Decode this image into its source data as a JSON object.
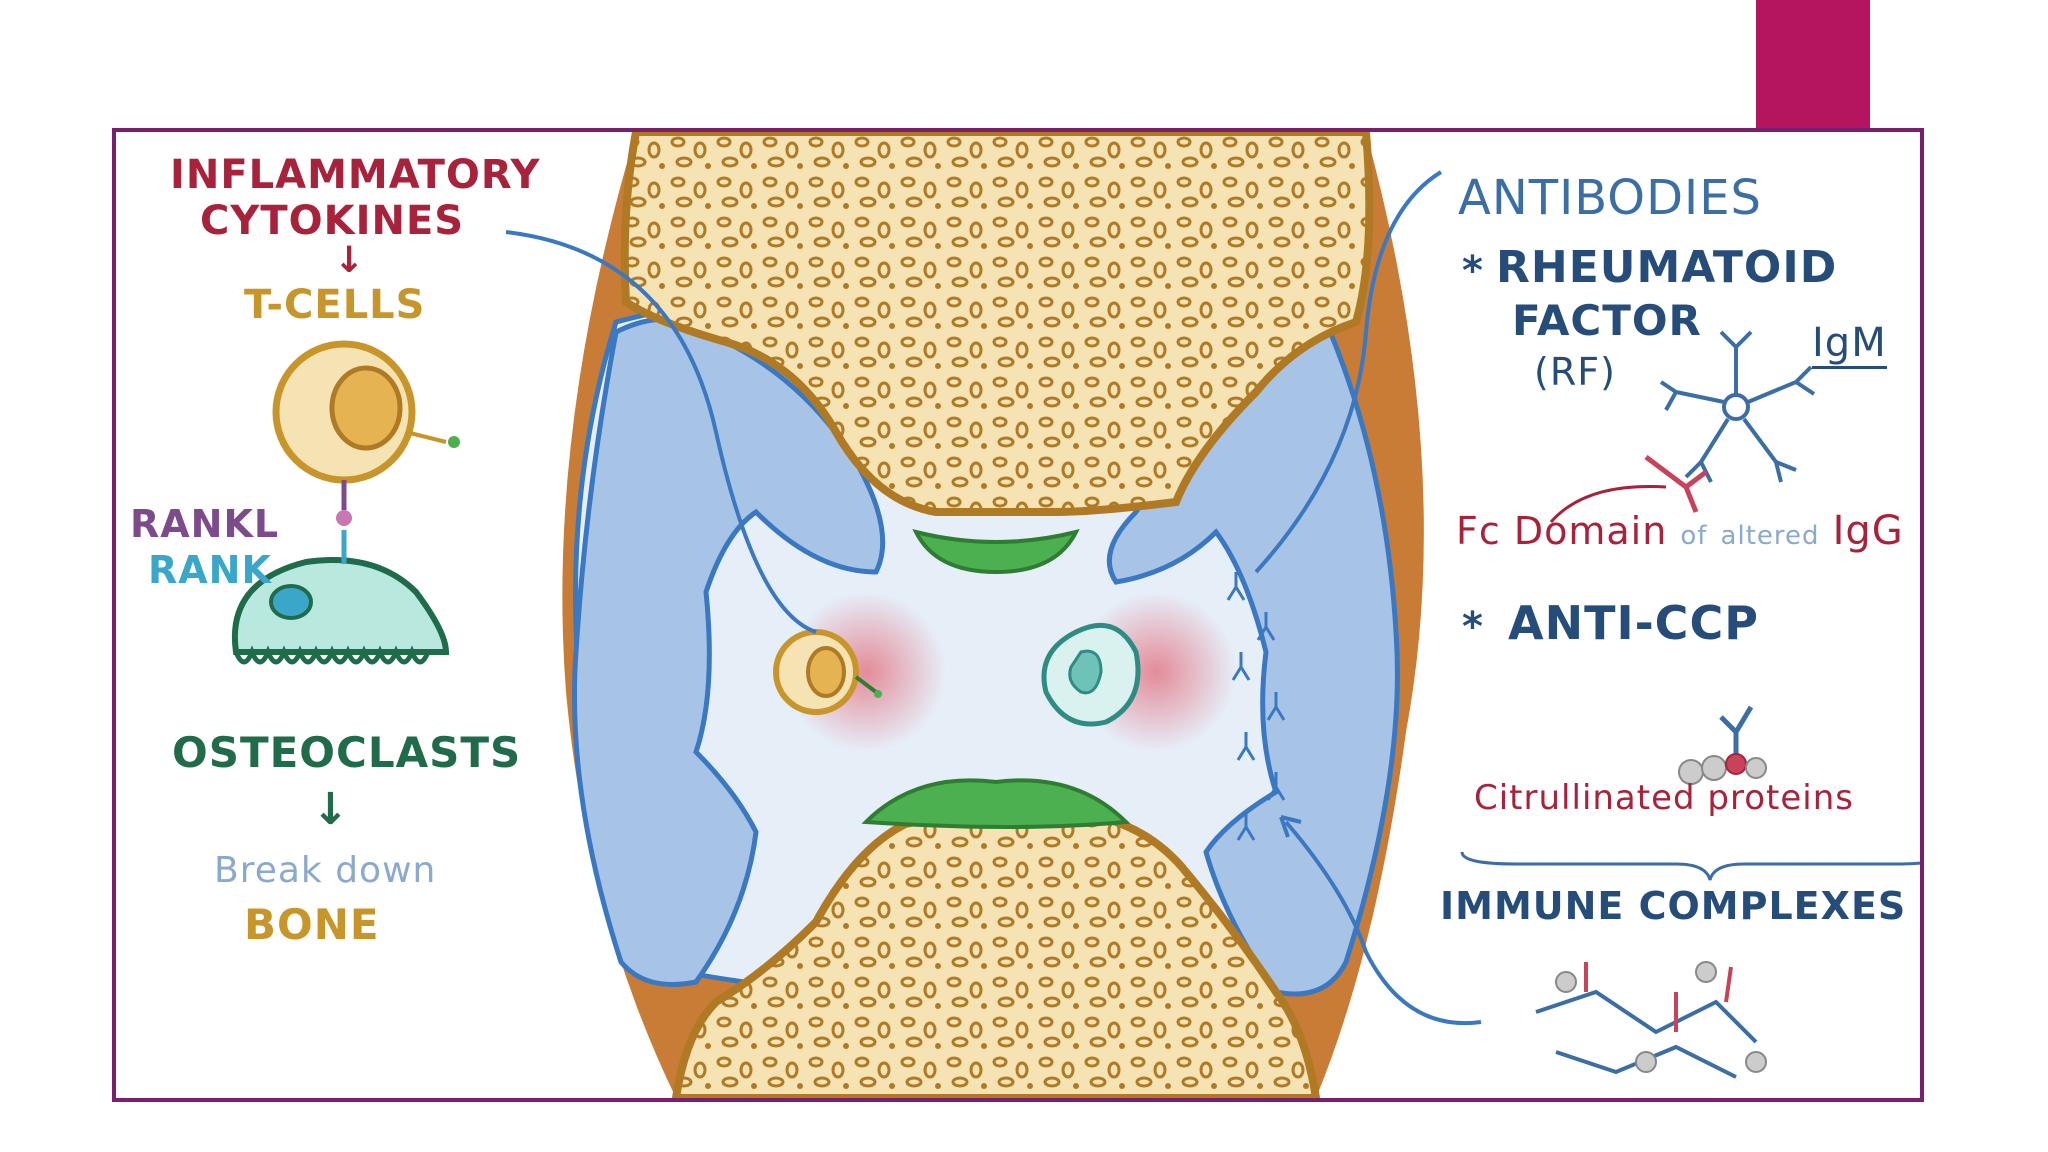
{
  "colors": {
    "accent": "#b5155f",
    "frame": "#7a1f6e",
    "cytokine_red": "#a7223a",
    "tcell_gold": "#c8952a",
    "rankl_purple": "#7d4a8c",
    "rank_blue": "#3aa6c9",
    "osteoclast_green": "#1f6b4a",
    "breakdown_blue": "#8aa9cf",
    "antibody_blue": "#3a6ea5",
    "fc_red": "#a7223a",
    "bone_fill": "#f6e3b4",
    "synovium_blue": "#a7c4e6",
    "cartilage_green": "#4caf50"
  },
  "left_panel": {
    "cytokines_line1": "INFLAMMATORY",
    "cytokines_line2": "CYTOKINES",
    "arrow1": "↓",
    "tcells": "T-CELLS",
    "rankl": "RANKL",
    "rank": "RANK",
    "osteoclasts": "OSTEOCLASTS",
    "arrow2": "↓",
    "breakdown": "Break down",
    "bone": "BONE"
  },
  "right_panel": {
    "antibodies": "ANTIBODIES",
    "bullet1": "*",
    "rheumatoid": "RHEUMATOID",
    "factor": "FACTOR",
    "rf": "(RF)",
    "igm": "IgM",
    "fc_domain": "Fc Domain",
    "fc_of": "of",
    "fc_altered": "altered",
    "fc_igg": "IgG",
    "bullet2": "*",
    "anti_ccp": "ANTI-CCP",
    "citrullinated": "Citrullinated proteins",
    "immune_complexes": "IMMUNE COMPLEXES"
  },
  "icons": {
    "tcell": "t-cell-icon",
    "osteoclast": "osteoclast-icon",
    "bone": "bone-icon",
    "antibody": "antibody-icon",
    "macrophage": "macrophage-icon"
  }
}
